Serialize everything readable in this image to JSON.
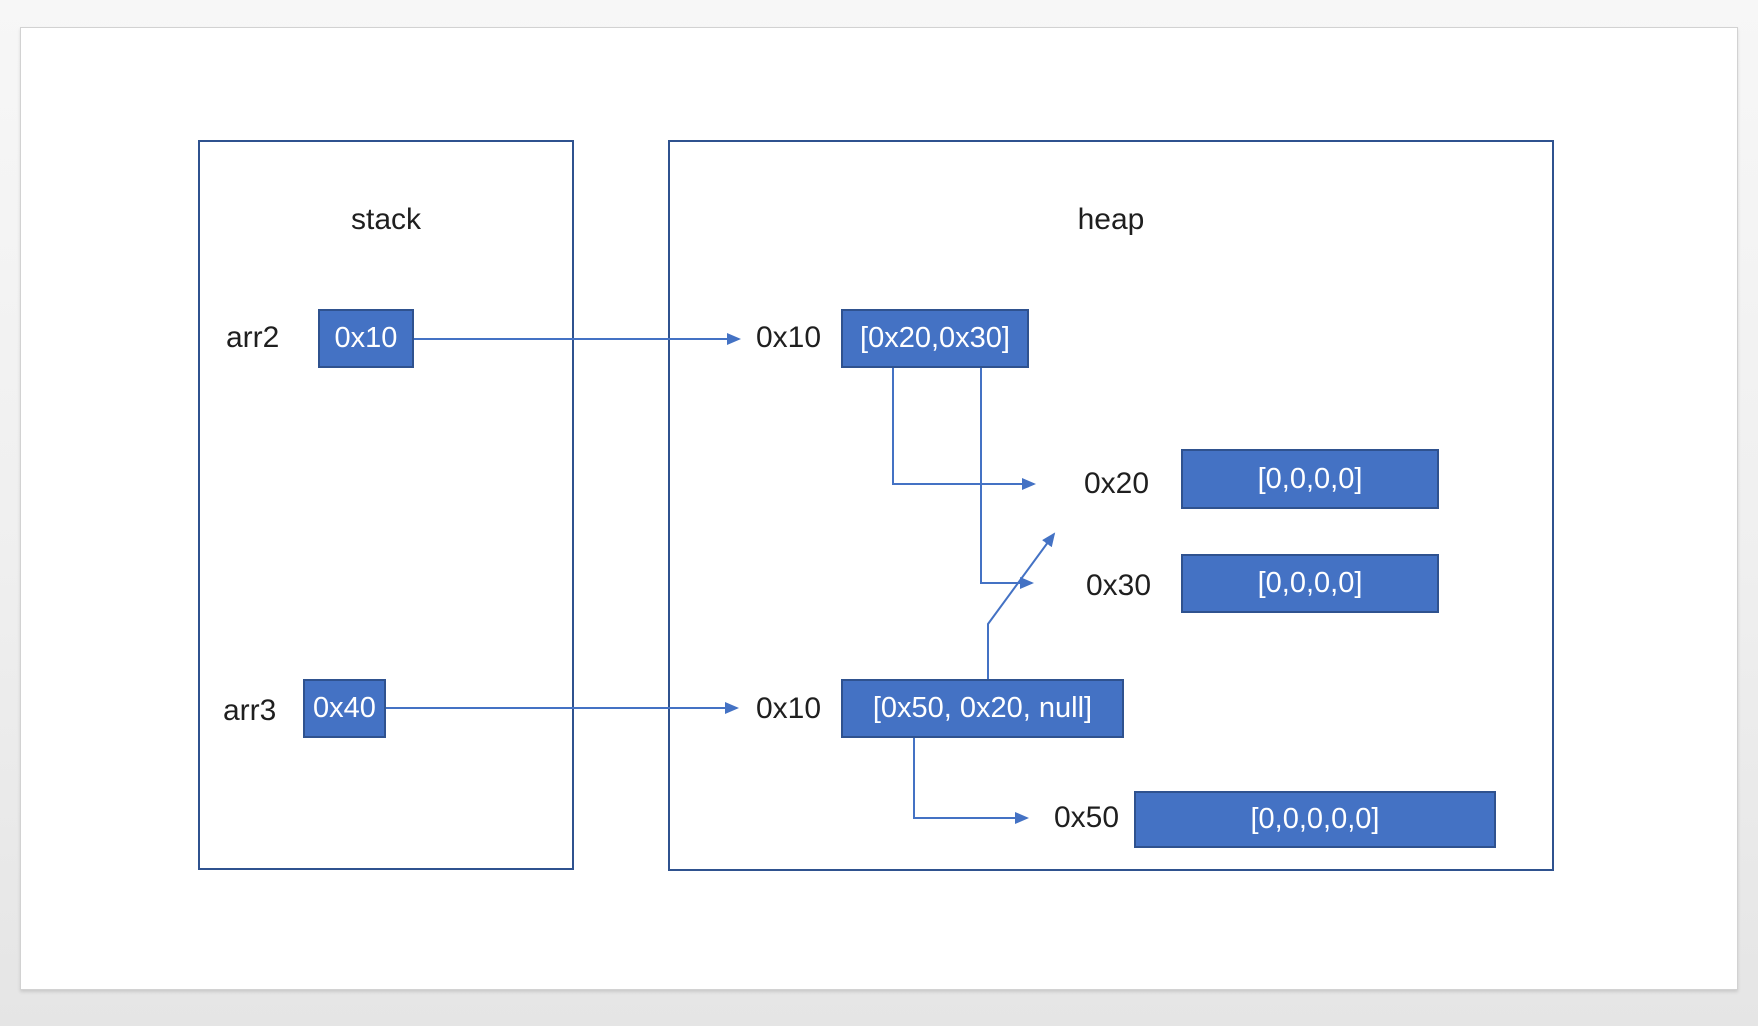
{
  "diagram": {
    "stack": {
      "title": "stack",
      "rows": [
        {
          "label": "arr2",
          "value": "0x10"
        },
        {
          "label": "arr3",
          "value": "0x40"
        }
      ]
    },
    "heap": {
      "title": "heap",
      "rows": [
        {
          "address": "0x10",
          "value": "[0x20,0x30]"
        },
        {
          "address": "0x20",
          "value": "[0,0,0,0]"
        },
        {
          "address": "0x30",
          "value": "[0,0,0,0]"
        },
        {
          "address": "0x10",
          "value": "[0x50, 0x20, null]"
        },
        {
          "address": "0x50",
          "value": "[0,0,0,0,0]"
        }
      ]
    },
    "arrows": [
      {
        "from": "stack arr2 0x10",
        "to": "heap 0x10 label"
      },
      {
        "from": "stack arr3 0x40",
        "to": "heap 0x10 label (lower row)"
      },
      {
        "from": "heap [0x20,0x30] element 0",
        "to": "heap 0x20 label"
      },
      {
        "from": "heap [0x20,0x30] element 1",
        "to": "heap 0x30 label"
      },
      {
        "from": "heap [0x50, 0x20, null] element 0",
        "to": "heap 0x50 label"
      },
      {
        "from": "heap [0x50, 0x20, null] element 1",
        "to": "up-right toward 0x20 row"
      }
    ],
    "colors": {
      "box_fill": "#4472C4",
      "box_border": "#2F528F",
      "frame_border": "#2F528F",
      "arrow": "#4472C4",
      "label_text": "#1F1F1F",
      "box_text": "#FFFFFF",
      "page_background": "#FFFFFF",
      "app_background": "#EDEDED"
    }
  }
}
